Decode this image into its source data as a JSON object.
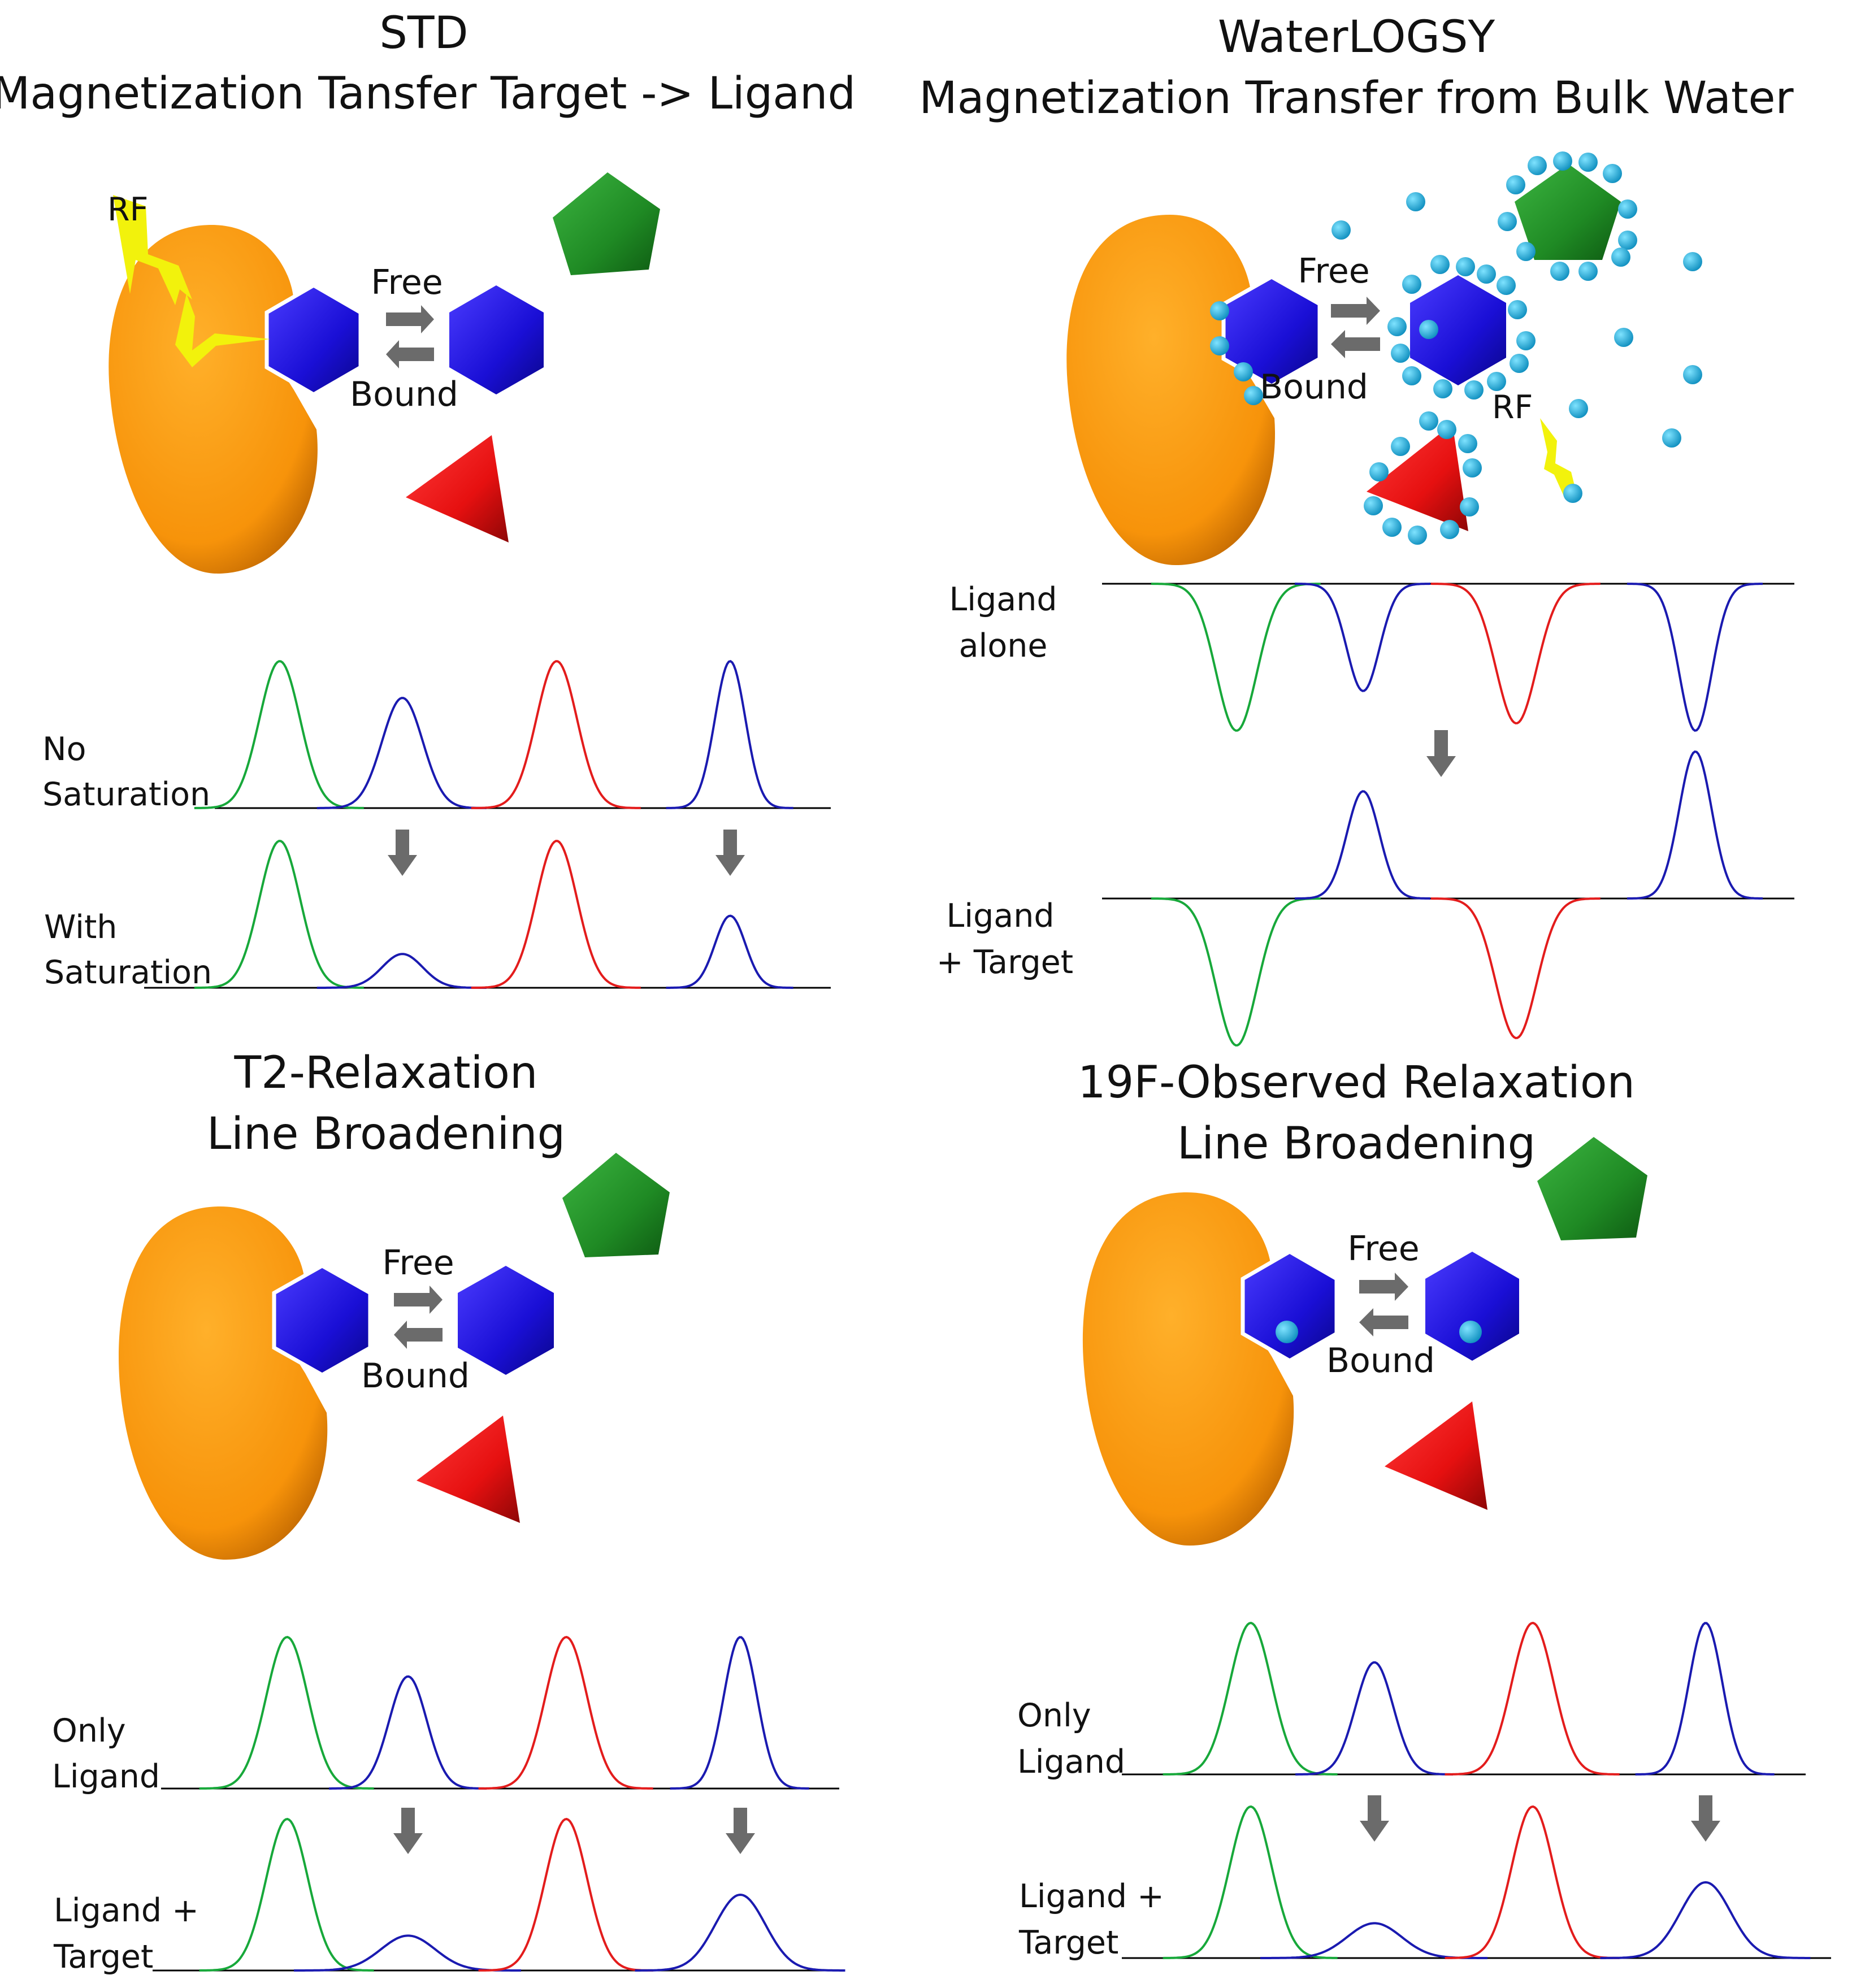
{
  "colors": {
    "protein": "#F7930A",
    "protein_edge": "#C66E00",
    "hexagon": "#1A0FD6",
    "pentagon": "#1F8A24",
    "triangle": "#E61010",
    "water": "#12A8D6",
    "bolt": "#F2F20C",
    "arrow": "#6B6B6B",
    "trace_green": "#17A83A",
    "trace_blue": "#1A1AB0",
    "trace_red": "#E31C1C"
  },
  "icons": {
    "protein": "orange-target-protein",
    "ligand": "blue-hexagon-ligand",
    "other": [
      "green-pentagon",
      "red-triangle"
    ],
    "rf": "lightning-bolt",
    "water": "water-dot",
    "fluorine": "fluorine-dot"
  },
  "panels": [
    {
      "id": "std",
      "title_line1": "STD",
      "title_line2": "Magnetization Tansfer Target -> Ligand",
      "rf_label": "RF",
      "free_label": "Free",
      "bound_label": "Bound",
      "spectra": [
        {
          "label_line1": "No",
          "label_line2": "Saturation",
          "intensities": [
            1.0,
            0.75,
            1.0,
            1.0
          ],
          "widths": [
            1.0,
            1.0,
            1.0,
            0.75
          ],
          "arrows": []
        },
        {
          "label_line1": "With",
          "label_line2": "Saturation",
          "intensities": [
            1.0,
            0.23,
            1.0,
            0.49
          ],
          "widths": [
            1.0,
            1.0,
            1.0,
            0.75
          ],
          "arrows": [
            1,
            3
          ]
        }
      ]
    },
    {
      "id": "waterlogsy",
      "title_line1": "WaterLOGSY",
      "title_line2": "Magnetization Transfer from Bulk Water",
      "rf_label": "RF",
      "free_label": "Free",
      "bound_label": "Bound",
      "spectra": [
        {
          "label_line1": "Ligand",
          "label_line2": "alone",
          "intensities": [
            -1.0,
            -0.73,
            -0.95,
            -1.0
          ],
          "widths": [
            1.0,
            0.8,
            1.0,
            0.8
          ]
        },
        {
          "label_line1": "Ligand",
          "label_line2": "+ Target",
          "intensities": [
            -1.0,
            0.73,
            -0.95,
            1.0
          ],
          "widths": [
            1.0,
            0.8,
            1.0,
            0.8
          ]
        }
      ]
    },
    {
      "id": "t2",
      "title_line1": "T2-Relaxation",
      "title_line2": "Line Broadening",
      "free_label": "Free",
      "bound_label": "Bound",
      "spectra": [
        {
          "label_line1": "Only",
          "label_line2": "Ligand",
          "intensities": [
            1.0,
            0.74,
            1.0,
            1.0
          ],
          "widths": [
            1.0,
            0.9,
            1.0,
            0.8
          ],
          "arrows": []
        },
        {
          "label_line1": "Ligand +",
          "label_line2": "Target",
          "intensities": [
            1.0,
            0.23,
            1.0,
            0.5
          ],
          "widths": [
            1.0,
            1.3,
            1.0,
            1.2
          ],
          "arrows": [
            1,
            3
          ]
        }
      ]
    },
    {
      "id": "f19",
      "title_line1": "19F-Observed Relaxation",
      "title_line2": "Line Broadening",
      "free_label": "Free",
      "bound_label": "Bound",
      "spectra": [
        {
          "label_line1": "Only",
          "label_line2": "Ligand",
          "intensities": [
            1.0,
            0.74,
            1.0,
            1.0
          ],
          "widths": [
            1.0,
            0.9,
            1.0,
            0.8
          ],
          "arrows": []
        },
        {
          "label_line1": "Ligand +",
          "label_line2": "Target",
          "intensities": [
            1.0,
            0.23,
            1.0,
            0.5
          ],
          "widths": [
            1.0,
            1.3,
            1.0,
            1.2
          ],
          "arrows": [
            1,
            3
          ]
        }
      ]
    }
  ]
}
